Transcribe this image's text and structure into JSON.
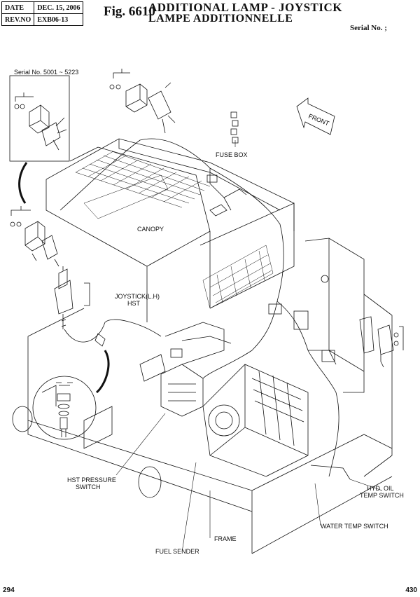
{
  "header": {
    "date_label": "DATE",
    "date_value": "DEC. 15, 2006",
    "rev_label": "REV.NO",
    "rev_value": "EXB06-13"
  },
  "figure": {
    "number": "Fig. 6610",
    "title_en": "ADDITIONAL LAMP - JOYSTICK",
    "title_fr": "LAMPE ADDITIONNELLE",
    "serial_label": "Serial No. ;"
  },
  "labels": {
    "inset_serial": "Serial No. 5001 ~ 5223",
    "front": "FRONT",
    "fuse_box": "FUSE BOX",
    "canopy": "CANOPY",
    "joystick": "JOYSTICK(L.H)",
    "hst": "HST",
    "hst_pressure_1": "HST PRESSURE",
    "hst_pressure_2": "SWITCH",
    "hyd_oil_1": "HYD. OIL",
    "hyd_oil_2": "TEMP SWITCH",
    "water_temp": "WATER TEMP SWITCH",
    "frame": "FRAME",
    "fuel_sender": "FUEL SENDER"
  },
  "footer": {
    "page_left": "294",
    "page_right": "430"
  }
}
